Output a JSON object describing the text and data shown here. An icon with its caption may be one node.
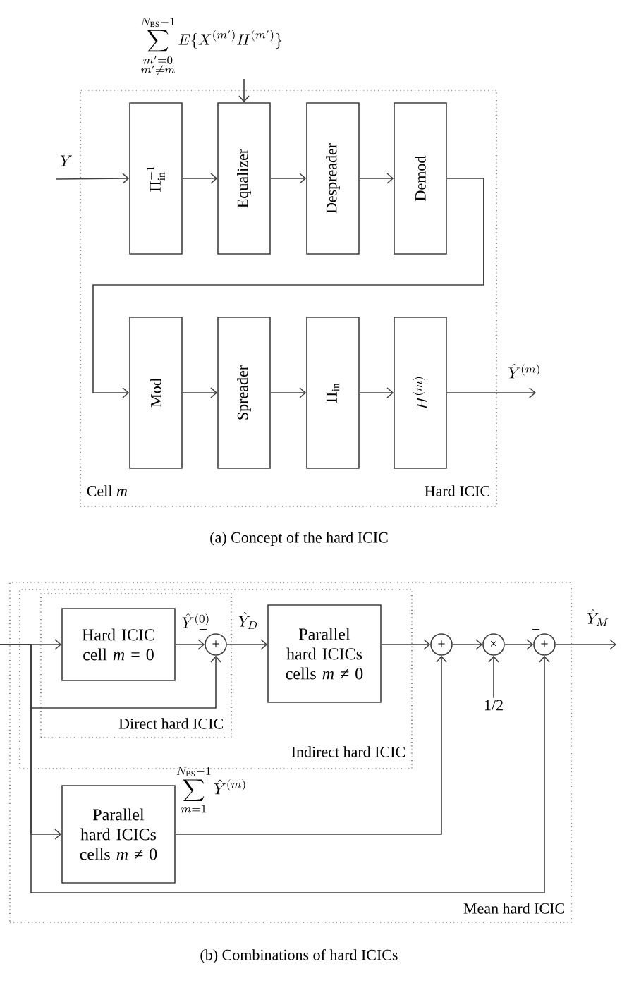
{
  "diagram": {
    "nodes": [
      {
        "text": [
          "Cell *m*",
          "Hard ICIC"
        ]
      },
      {
        "text": [
          "\\Pi_{\\mathrm{in}}^{-1}"
        ],
        "in": 0
      },
      {
        "text": [
          "Equalizer"
        ],
        "in": 0
      },
      {
        "text": [
          "Despreader"
        ],
        "in": 0
      },
      {
        "text": [
          "Demod"
        ],
        "in": 0
      },
      {
        "text": [
          "Mod"
        ],
        "in": 0
      },
      {
        "text": [
          "Spreader"
        ],
        "in": 0
      },
      {
        "text": [
          "\\Pi_{\\mathrm{in}}"
        ],
        "in": 0
      },
      {
        "text": [
          "H^{(m)}"
        ],
        "in": 0
      },
      {
        "text": [
          "\\sum_{\\substack{m'=0\\\\ m'\\neq m}}^{N_{\\mathrm{BS}}-1} E\\{X^{(m')}H^{(m')}\\}"
        ]
      },
      {
        "text": [
          "Mean hard ICIC"
        ]
      },
      {
        "text": [
          "Indirect hard ICIC"
        ],
        "in": 10
      },
      {
        "text": [
          "Direct hard ICIC"
        ],
        "in": 11
      },
      {
        "text": [
          "Hard ICIC cell *m* = 0"
        ],
        "in": 12
      },
      {
        "text": [
          "+"
        ],
        "in": 12
      },
      {
        "text": [
          "Parallel hard ICICs cells *m* ≠ 0"
        ],
        "in": 11
      },
      {
        "text": [
          "+"
        ],
        "in": 10
      },
      {
        "text": [
          "×"
        ],
        "in": 10
      },
      {
        "text": [
          "+"
        ],
        "in": 10
      },
      {
        "text": [
          "Parallel hard ICICs cells *m* ≠ 0"
        ],
        "in": 10
      },
      {
        "text": [
          "1/2"
        ],
        "in": 10
      }
    ],
    "edges": [
      {
        "from": null,
        "to": 1,
        "arrow": "to",
        "label": "Y"
      },
      {
        "from": 1,
        "to": 2,
        "arrow": "to"
      },
      {
        "from": 2,
        "to": 3,
        "arrow": "to"
      },
      {
        "from": 3,
        "to": 4,
        "arrow": "to"
      },
      {
        "from": 4,
        "to": 5,
        "arrow": "to"
      },
      {
        "from": 5,
        "to": 6,
        "arrow": "to"
      },
      {
        "from": 6,
        "to": 7,
        "arrow": "to"
      },
      {
        "from": 7,
        "to": 8,
        "arrow": "to"
      },
      {
        "from": 8,
        "to": null,
        "arrow": "to",
        "label": "\\hat{Y}^{(m)}"
      },
      {
        "from": 9,
        "to": 2,
        "arrow": "to"
      },
      {
        "from": null,
        "to": 13,
        "arrow": "to"
      },
      {
        "from": null,
        "to": 14,
        "arrow": "to"
      },
      {
        "from": null,
        "to": 19,
        "arrow": "to"
      },
      {
        "from": null,
        "to": 18,
        "arrow": "to"
      },
      {
        "from": 13,
        "to": 14,
        "arrow": "to",
        "label": "\\hat{Y}^{(0)}"
      },
      {
        "from": 14,
        "to": 15,
        "arrow": "to",
        "label": "\\hat{Y}_D"
      },
      {
        "from": 15,
        "to": 16,
        "arrow": "to"
      },
      {
        "from": 16,
        "to": 17,
        "arrow": "to"
      },
      {
        "from": 17,
        "to": 18,
        "arrow": "to",
        "label": "−"
      },
      {
        "from": 19,
        "to": 16,
        "arrow": "to",
        "label": "\\sum_{m=1}^{N_{\\mathrm{BS}}-1}\\hat{Y}^{(m)}"
      },
      {
        "from": 20,
        "to": 17,
        "arrow": "to"
      },
      {
        "from": 18,
        "to": null,
        "arrow": "to",
        "label": "\\hat{Y}_M"
      }
    ],
    "labels": [
      "−",
      "(a) Concept of the hard ICIC",
      "(b) Combinations of hard ICICs"
    ]
  }
}
